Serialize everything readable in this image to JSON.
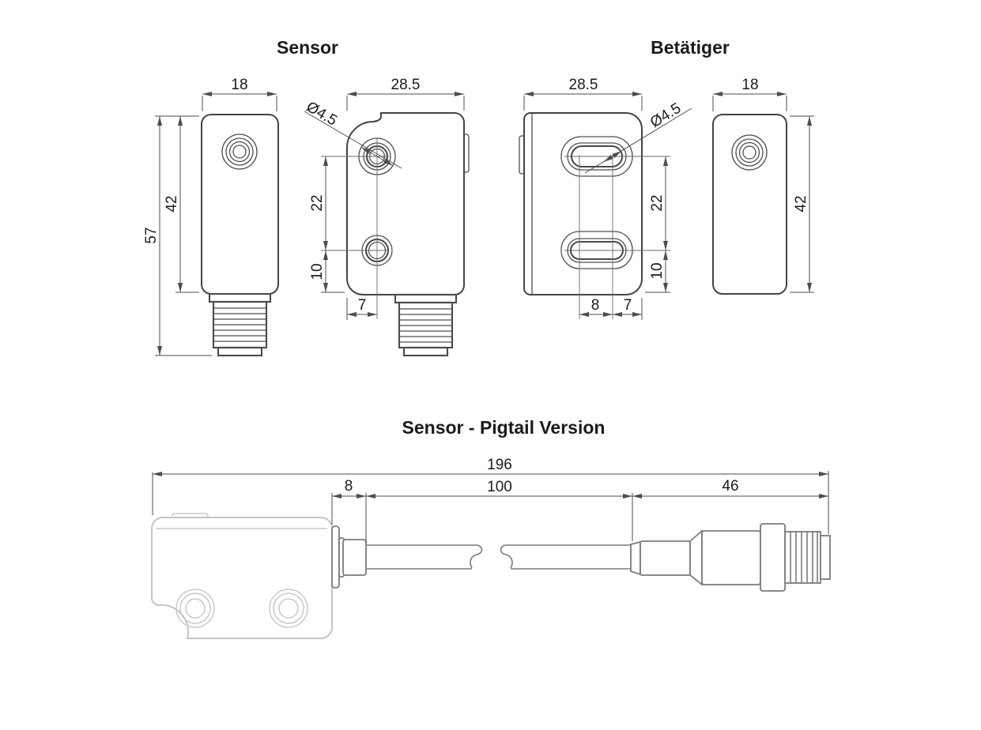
{
  "titles": {
    "sensor": "Sensor",
    "actuator": "Betätiger",
    "pigtail": "Sensor - Pigtail Version"
  },
  "sensor": {
    "side": {
      "width": "18",
      "total_height": "57",
      "body_height": "42"
    },
    "front": {
      "width": "28.5",
      "hole_diameter": "Ø4.5",
      "hole_spacing": "22",
      "hole_bottom_offset": "10",
      "hole_side_offset": "7"
    }
  },
  "actuator": {
    "front": {
      "width": "28.5",
      "slot_diameter": "Ø4.5",
      "slot_spacing": "22",
      "slot_bottom_offset": "10",
      "slot_length": "8",
      "slot_side_offset": "7"
    },
    "side": {
      "width": "18",
      "height": "42"
    }
  },
  "pigtail": {
    "total_length": "196",
    "cable_length": "100",
    "gland_length": "8",
    "connector_length": "46"
  },
  "colors": {
    "drawing_line": "#454545",
    "dimension_line": "#4d4d4d",
    "light_body_line": "#c5c5c5",
    "medium_line": "#7b7b7b",
    "text": "#1b1b1b",
    "background": "#ffffff"
  }
}
